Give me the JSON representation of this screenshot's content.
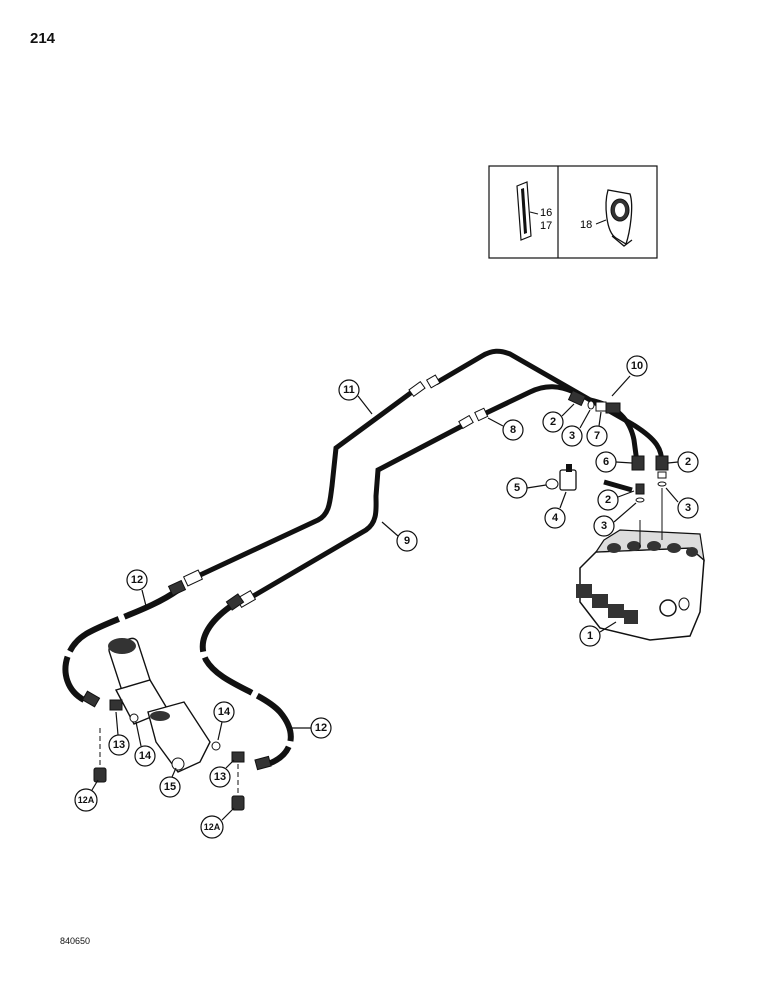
{
  "page": {
    "number": "214",
    "reference_code": "840650"
  },
  "inset": {
    "clip_label_a": "16",
    "clip_label_b": "17",
    "bracket_label": "18"
  },
  "callouts": {
    "c1": "1",
    "c2a": "2",
    "c2b": "2",
    "c2c": "2",
    "c3a": "3",
    "c3b": "3",
    "c3c": "3",
    "c4": "4",
    "c5": "5",
    "c6": "6",
    "c7": "7",
    "c8": "8",
    "c9": "9",
    "c10": "10",
    "c11": "11",
    "c12a": "12",
    "c12b": "12",
    "c12Aa": "12A",
    "c12Ab": "12A",
    "c13a": "13",
    "c13b": "13",
    "c14a": "14",
    "c14b": "14",
    "c15": "15"
  }
}
